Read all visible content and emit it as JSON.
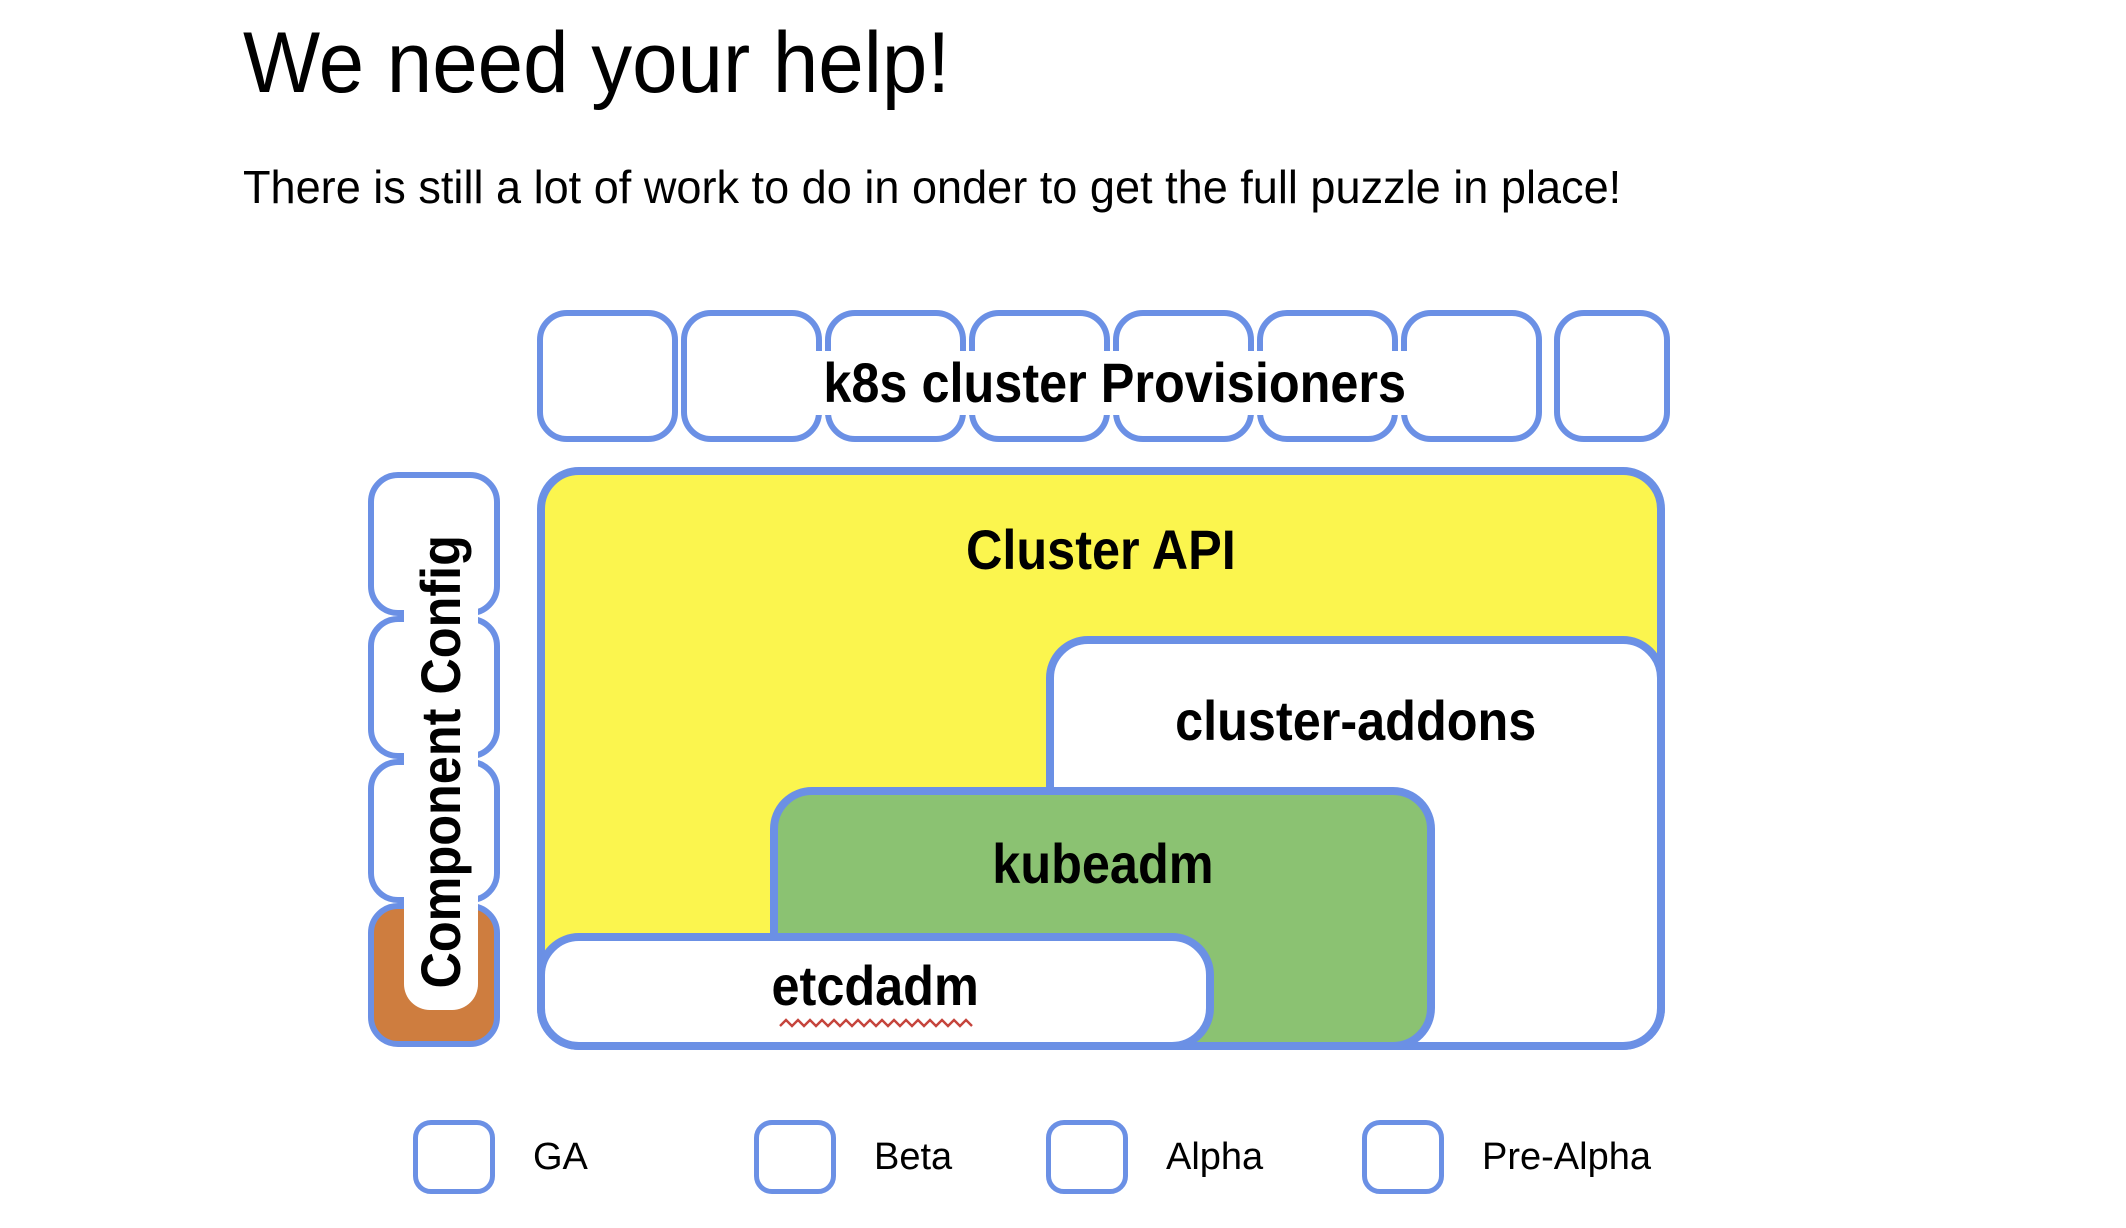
{
  "page": {
    "title": "We need your help!",
    "subtitle": "There is still a lot of work to do in onder to get the full puzzle in place!"
  },
  "diagram": {
    "provisioners": {
      "label": "k8s cluster Provisioners",
      "tiles": [
        {
          "status": "ga"
        },
        {
          "status": "ga"
        },
        {
          "status": "ga"
        },
        {
          "status": "beta"
        },
        {
          "status": "beta"
        },
        {
          "status": "beta"
        },
        {
          "status": "alpha"
        },
        {
          "status": "pre-alpha"
        }
      ]
    },
    "component_config": {
      "label": "Component Config",
      "tiles": [
        {
          "status": "pre-alpha"
        },
        {
          "status": "pre-alpha"
        },
        {
          "status": "alpha"
        },
        {
          "status": "beta"
        }
      ]
    },
    "cluster_api": {
      "label": "Cluster API",
      "status": "alpha"
    },
    "cluster_addons": {
      "label": "cluster-addons",
      "status": "pre-alpha"
    },
    "kubeadm": {
      "label": "kubeadm",
      "status": "ga"
    },
    "etcdadm": {
      "label": "etcdadm",
      "status": "pre-alpha",
      "spellcheck_underline": true
    }
  },
  "legend": {
    "items": [
      {
        "label": "GA",
        "status": "ga"
      },
      {
        "label": "Beta",
        "status": "beta"
      },
      {
        "label": "Alpha",
        "status": "alpha"
      },
      {
        "label": "Pre-Alpha",
        "status": "pre-alpha"
      }
    ]
  },
  "colors": {
    "ga": "#8BC272",
    "beta": "#E8963C",
    "alpha": "#FBF54E",
    "pre_alpha": "#FFFFFF",
    "border": "#6B90E5",
    "config_beta": "#CE7D3F",
    "squiggle": "#C5443C"
  }
}
